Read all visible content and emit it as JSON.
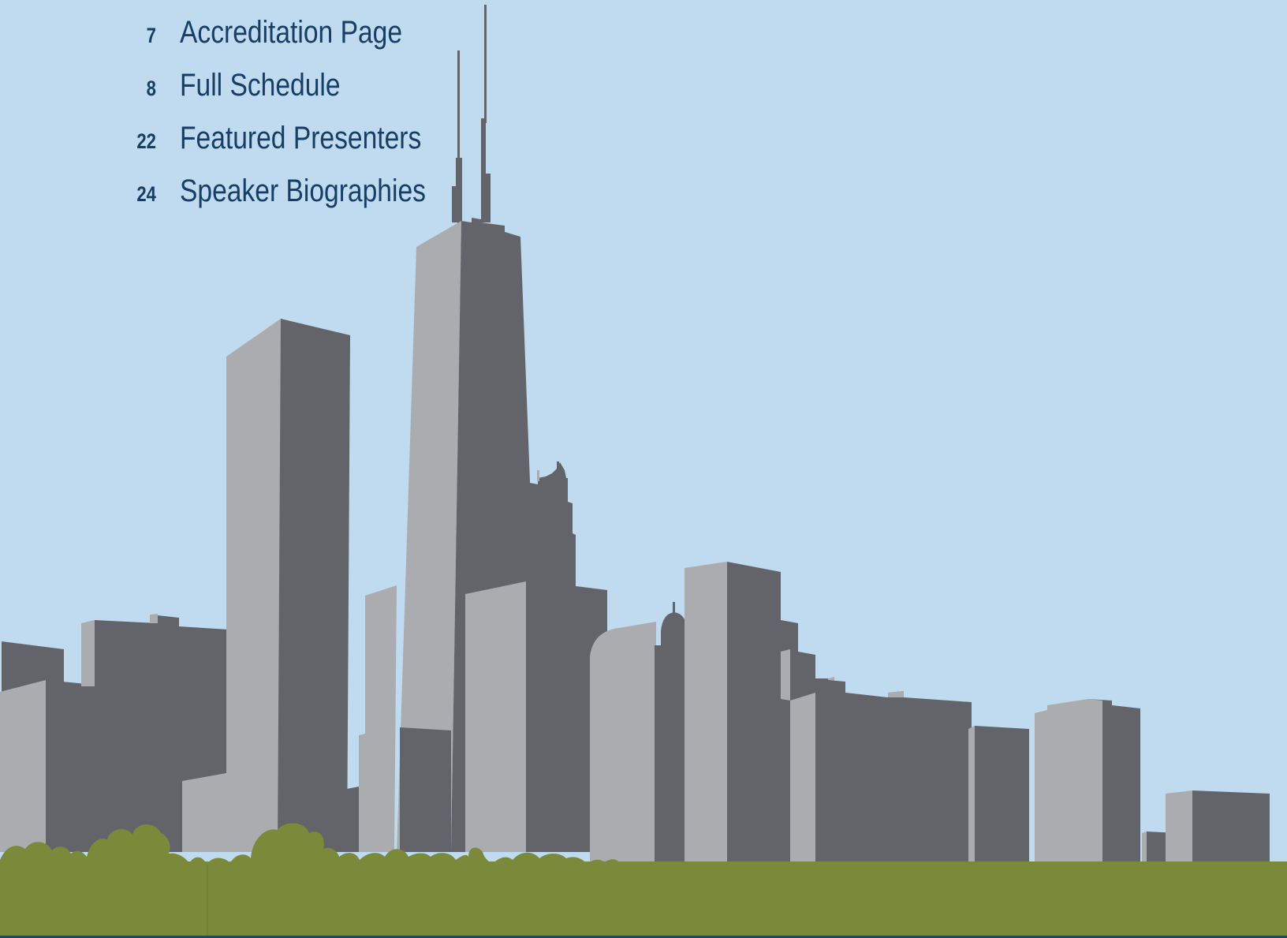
{
  "toc": {
    "items": [
      {
        "page": "7",
        "label": "Accreditation Page"
      },
      {
        "page": "8",
        "label": "Full Schedule"
      },
      {
        "page": "22",
        "label": "Featured Presenters"
      },
      {
        "page": "24",
        "label": "Speaker Biographies"
      }
    ]
  },
  "colors": {
    "sky": "#c0daf0",
    "text": "#173f66",
    "building_dark": "#626469",
    "building_light": "#abacb0",
    "trees": "#7a8a3a",
    "bottom_rule": "#1f4d57"
  },
  "illustration": {
    "name": "city-skyline-illustration"
  }
}
